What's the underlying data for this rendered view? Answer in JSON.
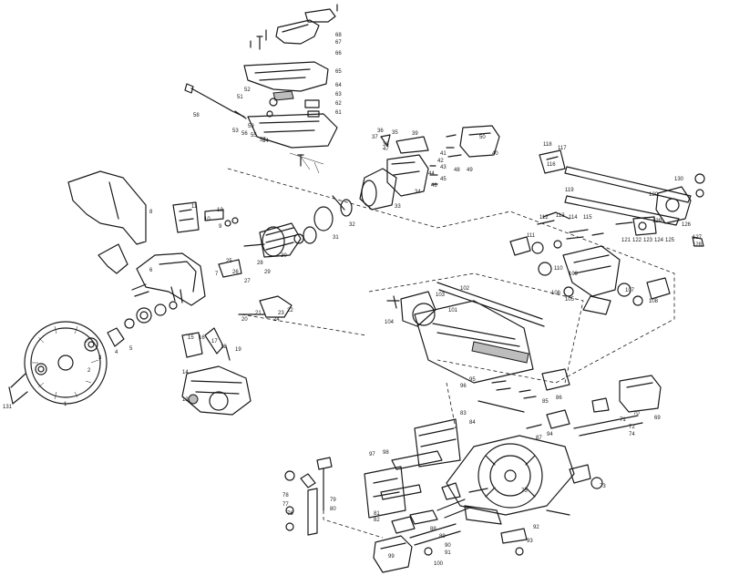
{
  "callouts": [
    {
      "id": "c1",
      "text": "68"
    },
    {
      "id": "c2",
      "text": "67"
    },
    {
      "id": "c3",
      "text": "66"
    },
    {
      "id": "c4",
      "text": "65"
    },
    {
      "id": "c5",
      "text": "64"
    },
    {
      "id": "c6",
      "text": "63"
    },
    {
      "id": "c7",
      "text": "62"
    },
    {
      "id": "c8",
      "text": "61"
    },
    {
      "id": "c9",
      "text": "58"
    },
    {
      "id": "c10",
      "text": "56"
    },
    {
      "id": "c11",
      "text": "55"
    },
    {
      "id": "c12",
      "text": "54"
    },
    {
      "id": "c13",
      "text": "53"
    },
    {
      "id": "c14",
      "text": "52"
    },
    {
      "id": "c15",
      "text": "51"
    },
    {
      "id": "c16",
      "text": "57"
    },
    {
      "id": "c17",
      "text": "59"
    },
    {
      "id": "c18",
      "text": "39"
    },
    {
      "id": "c19",
      "text": "37"
    },
    {
      "id": "c20",
      "text": "38"
    },
    {
      "id": "c21",
      "text": "36"
    },
    {
      "id": "c22",
      "text": "35"
    },
    {
      "id": "c23",
      "text": "34"
    },
    {
      "id": "c24",
      "text": "33"
    },
    {
      "id": "c25",
      "text": "32"
    },
    {
      "id": "c26",
      "text": "31"
    },
    {
      "id": "c27",
      "text": "30"
    },
    {
      "id": "c28",
      "text": "40"
    },
    {
      "id": "c29",
      "text": "41"
    },
    {
      "id": "c30",
      "text": "42"
    },
    {
      "id": "c31",
      "text": "43"
    },
    {
      "id": "c32",
      "text": "44"
    },
    {
      "id": "c33",
      "text": "45"
    },
    {
      "id": "c34",
      "text": "46"
    },
    {
      "id": "c35",
      "text": "47"
    },
    {
      "id": "c36",
      "text": "48"
    },
    {
      "id": "c37",
      "text": "49"
    },
    {
      "id": "c38",
      "text": "50"
    },
    {
      "id": "c39",
      "text": "29"
    },
    {
      "id": "c40",
      "text": "28"
    },
    {
      "id": "c41",
      "text": "27"
    },
    {
      "id": "c42",
      "text": "26"
    },
    {
      "id": "c43",
      "text": "25"
    },
    {
      "id": "c44",
      "text": "24"
    },
    {
      "id": "c45",
      "text": "23"
    },
    {
      "id": "c46",
      "text": "22"
    },
    {
      "id": "c47",
      "text": "21"
    },
    {
      "id": "c48",
      "text": "20"
    },
    {
      "id": "c49",
      "text": "19"
    },
    {
      "id": "c50",
      "text": "18"
    },
    {
      "id": "c51",
      "text": "17"
    },
    {
      "id": "c52",
      "text": "16"
    },
    {
      "id": "c53",
      "text": "15"
    },
    {
      "id": "c54",
      "text": "14"
    },
    {
      "id": "c55",
      "text": "13"
    },
    {
      "id": "c56",
      "text": "12"
    },
    {
      "id": "c57",
      "text": "11"
    },
    {
      "id": "c58",
      "text": "10"
    },
    {
      "id": "c59",
      "text": "9"
    },
    {
      "id": "c60",
      "text": "8"
    },
    {
      "id": "c61",
      "text": "7"
    },
    {
      "id": "c62",
      "text": "6"
    },
    {
      "id": "c63",
      "text": "5"
    },
    {
      "id": "c64",
      "text": "4"
    },
    {
      "id": "c65",
      "text": "3"
    },
    {
      "id": "c66",
      "text": "2"
    },
    {
      "id": "c67",
      "text": "1"
    },
    {
      "id": "c68",
      "text": "131"
    },
    {
      "id": "c69",
      "text": "101"
    },
    {
      "id": "c70",
      "text": "102"
    },
    {
      "id": "c71",
      "text": "103"
    },
    {
      "id": "c72",
      "text": "104"
    },
    {
      "id": "c73",
      "text": "105"
    },
    {
      "id": "c74",
      "text": "106"
    },
    {
      "id": "c75",
      "text": "107"
    },
    {
      "id": "c76",
      "text": "108"
    },
    {
      "id": "c77",
      "text": "109"
    },
    {
      "id": "c78",
      "text": "110"
    },
    {
      "id": "c79",
      "text": "111"
    },
    {
      "id": "c80",
      "text": "112"
    },
    {
      "id": "c81",
      "text": "113"
    },
    {
      "id": "c82",
      "text": "114"
    },
    {
      "id": "c83",
      "text": "115"
    },
    {
      "id": "c84",
      "text": "116"
    },
    {
      "id": "c85",
      "text": "117"
    },
    {
      "id": "c86",
      "text": "118"
    },
    {
      "id": "c87",
      "text": "119"
    },
    {
      "id": "c88",
      "text": "120"
    },
    {
      "id": "c89",
      "text": "121"
    },
    {
      "id": "c90",
      "text": "122"
    },
    {
      "id": "c91",
      "text": "123"
    },
    {
      "id": "c92",
      "text": "124"
    },
    {
      "id": "c93",
      "text": "125"
    },
    {
      "id": "c94",
      "text": "126"
    },
    {
      "id": "c95",
      "text": "127"
    },
    {
      "id": "c96",
      "text": "128"
    },
    {
      "id": "c97",
      "text": "129"
    },
    {
      "id": "c98",
      "text": "130"
    },
    {
      "id": "c99",
      "text": "69"
    },
    {
      "id": "c100",
      "text": "70"
    },
    {
      "id": "c101",
      "text": "71"
    },
    {
      "id": "c102",
      "text": "72"
    },
    {
      "id": "c103",
      "text": "73"
    },
    {
      "id": "c104",
      "text": "74"
    },
    {
      "id": "c105",
      "text": "75"
    },
    {
      "id": "c106",
      "text": "76"
    },
    {
      "id": "c107",
      "text": "77"
    },
    {
      "id": "c108",
      "text": "78"
    },
    {
      "id": "c109",
      "text": "79"
    },
    {
      "id": "c110",
      "text": "80"
    },
    {
      "id": "c111",
      "text": "81"
    },
    {
      "id": "c112",
      "text": "82"
    },
    {
      "id": "c113",
      "text": "83"
    },
    {
      "id": "c114",
      "text": "84"
    },
    {
      "id": "c115",
      "text": "85"
    },
    {
      "id": "c116",
      "text": "86"
    },
    {
      "id": "c117",
      "text": "87"
    },
    {
      "id": "c118",
      "text": "88"
    },
    {
      "id": "c119",
      "text": "89"
    },
    {
      "id": "c120",
      "text": "90"
    },
    {
      "id": "c121",
      "text": "91"
    },
    {
      "id": "c122",
      "text": "92"
    },
    {
      "id": "c123",
      "text": "93"
    },
    {
      "id": "c124",
      "text": "94"
    },
    {
      "id": "c125",
      "text": "95"
    },
    {
      "id": "c126",
      "text": "96"
    },
    {
      "id": "c127",
      "text": "97"
    },
    {
      "id": "c128",
      "text": "98"
    },
    {
      "id": "c129",
      "text": "99"
    },
    {
      "id": "c130",
      "text": "100"
    }
  ]
}
